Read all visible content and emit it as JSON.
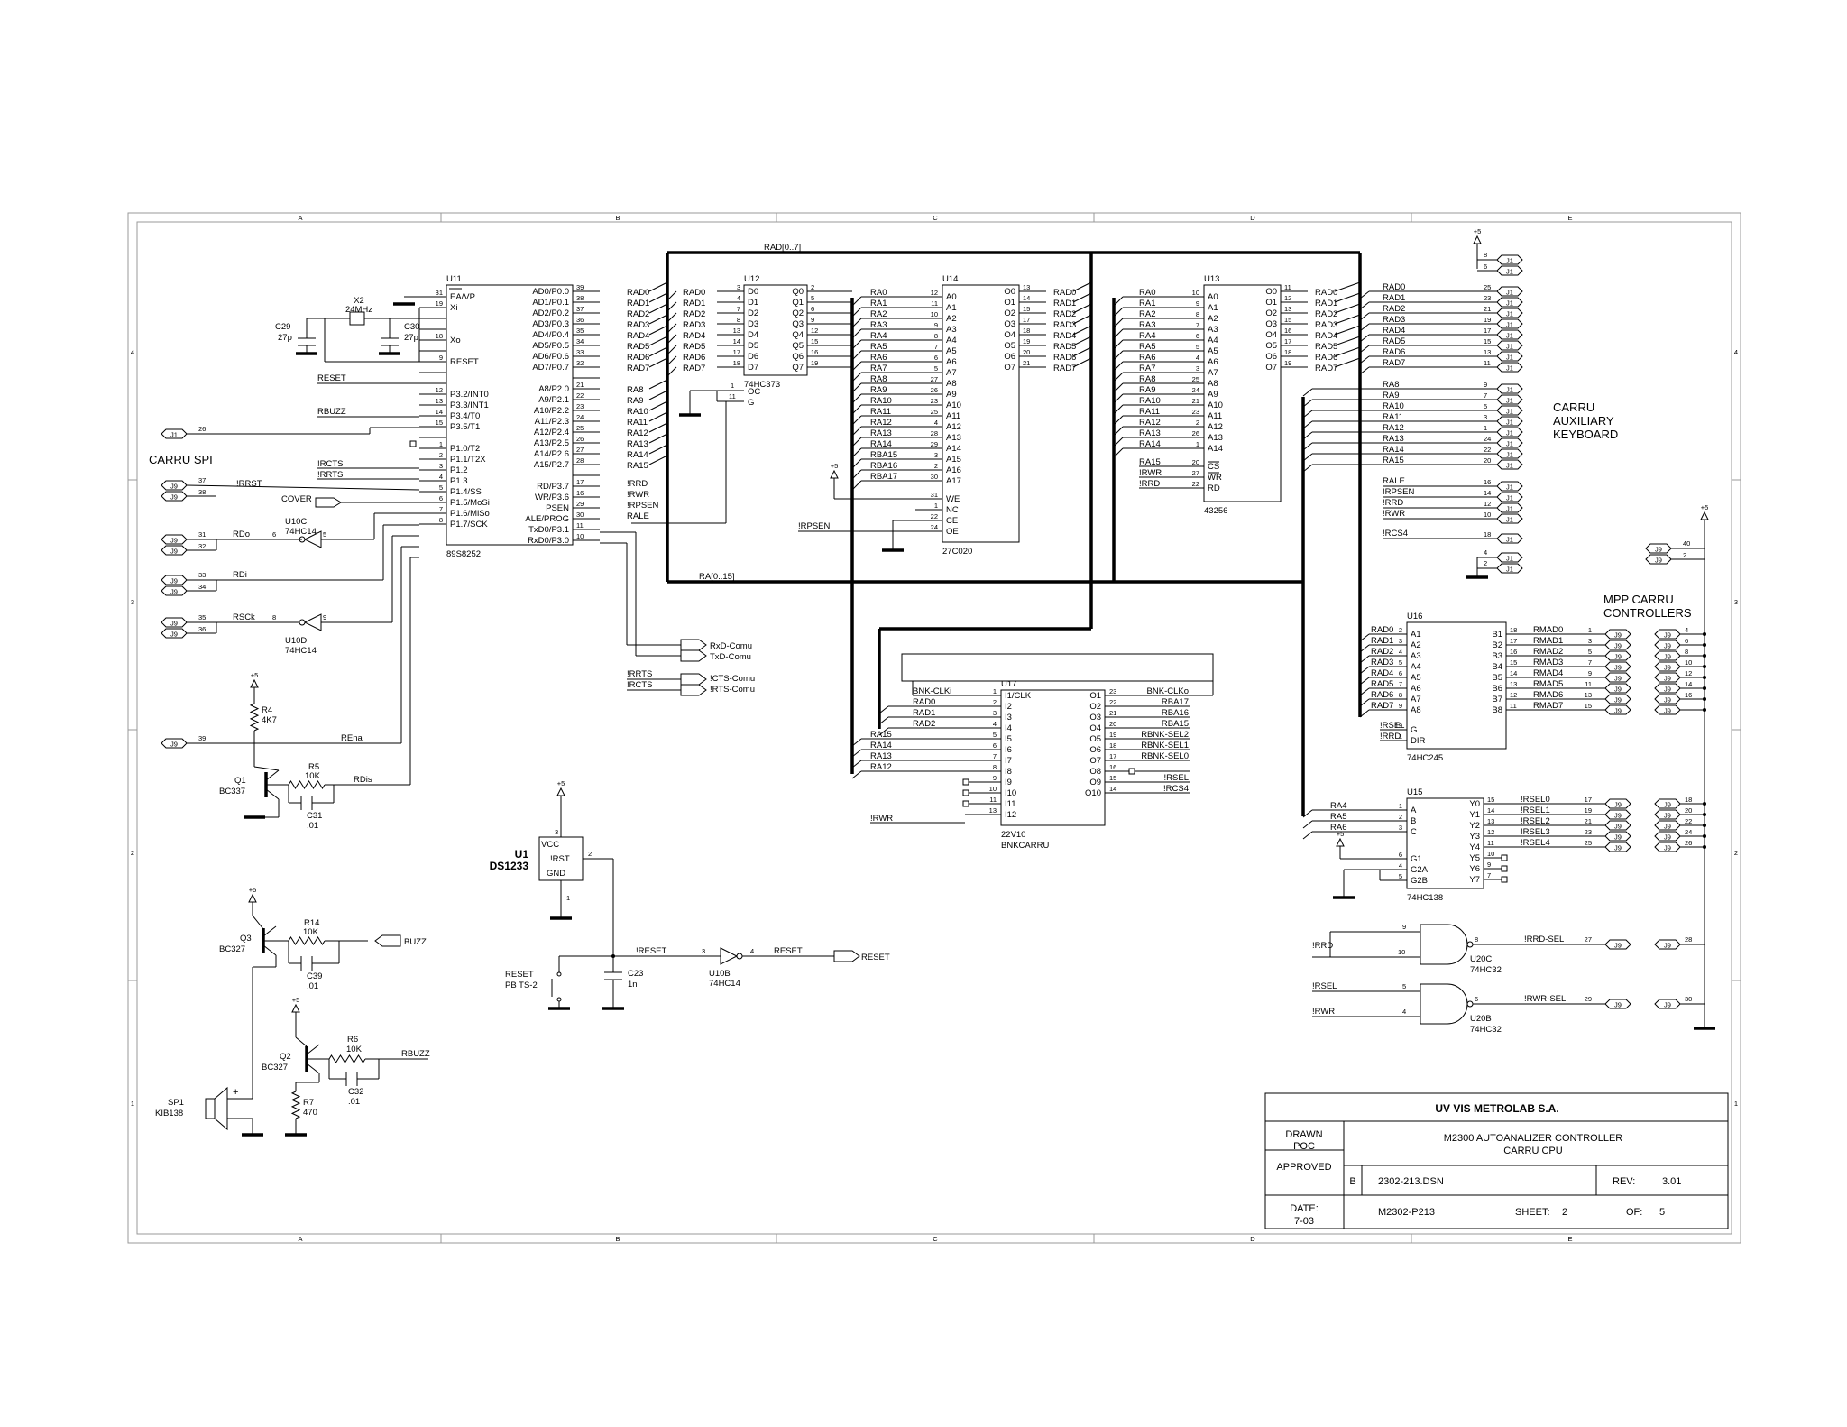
{
  "title_block": {
    "company": "UV VIS METROLAB S.A.",
    "drawn": "DRAWN",
    "drawn_by": "POC",
    "approved": "APPROVED",
    "title_line1": "M2300 AUTOANALIZER CONTROLLER",
    "title_line2": "CARRU CPU",
    "size": "B",
    "file": "2302-213.DSN",
    "rev_label": "REV:",
    "rev": "3.01",
    "date_label": "DATE:",
    "date": "7-03",
    "doc": "M2302-P213",
    "sheet_label": "SHEET:",
    "sheet": "2",
    "of_label": "OF:",
    "of": "5"
  },
  "labels": {
    "carru_spi": "CARRU SPI",
    "carru_aux": [
      "CARRU",
      "AUXILIARY",
      "KEYBOARD"
    ],
    "mpp": [
      "MPP CARRU",
      "CONTROLLERS"
    ],
    "bus_rad": "RAD[0..7]",
    "bus_ra": "RA[0..15]"
  },
  "border": {
    "cols": [
      "A",
      "B",
      "C",
      "D",
      "E"
    ],
    "rows": [
      "4",
      "3",
      "2",
      "1"
    ]
  },
  "parts": {
    "u11": {
      "ref": "U11",
      "type": "89S8252"
    },
    "u12": {
      "ref": "U12",
      "type": "74HC373"
    },
    "u14": {
      "ref": "U14",
      "type": "27C020"
    },
    "u13": {
      "ref": "U13",
      "type": "43256"
    },
    "u16": {
      "ref": "U16",
      "type": "74HC245"
    },
    "u17": {
      "ref": "U17",
      "type": "22V10",
      "name": "BNKCARRU"
    },
    "u15": {
      "ref": "U15",
      "type": "74HC138"
    },
    "u1": {
      "ref": "U1",
      "type": "DS1233"
    },
    "x2": {
      "ref": "X2",
      "value": "24MHz"
    },
    "c29": {
      "ref": "C29",
      "value": "27p"
    },
    "c30": {
      "ref": "C30",
      "value": "27p"
    },
    "u10c": {
      "ref": "U10C",
      "type": "74HC14"
    },
    "u10d": {
      "ref": "U10D",
      "type": "74HC14"
    },
    "u10b": {
      "ref": "U10B",
      "type": "74HC14"
    },
    "r4": {
      "ref": "R4",
      "value": "4K7"
    },
    "q1": {
      "ref": "Q1",
      "type": "BC337"
    },
    "r5": {
      "ref": "R5",
      "value": "10K"
    },
    "c31": {
      "ref": "C31",
      "value": ".01"
    },
    "q3": {
      "ref": "Q3",
      "type": "BC327"
    },
    "r14": {
      "ref": "R14",
      "value": "10K"
    },
    "c39": {
      "ref": "C39",
      "value": ".01"
    },
    "q2": {
      "ref": "Q2",
      "type": "BC327"
    },
    "r6": {
      "ref": "R6",
      "value": "10K"
    },
    "c32": {
      "ref": "C32",
      "value": ".01"
    },
    "r7": {
      "ref": "R7",
      "value": "470"
    },
    "sp1": {
      "ref": "SP1",
      "type": "KIB138"
    },
    "c23": {
      "ref": "C23",
      "value": "1n"
    },
    "sw": {
      "ref": "RESET",
      "type": "PB TS-2"
    },
    "u20c": {
      "ref": "U20C",
      "type": "74HC32"
    },
    "u20b": {
      "ref": "U20B",
      "type": "74HC32"
    }
  },
  "nets": {
    "reset": "RESET",
    "rbuzz": "RBUZZ",
    "buzz": "BUZZ",
    "nrreset": "!RESET",
    "cover": "COVER",
    "rxd_comu": "RxD-Comu",
    "txd_comu": "TxD-Comu",
    "cts_comu": "!CTS-Comu",
    "rts_comu": "!RTS-Comu",
    "rrts": "!RRTS",
    "rcts": "!RCTS",
    "rdo": "RDo",
    "rdi": "RDi",
    "rsck": "RSCk",
    "rrst": "!RRST",
    "rena": "REna",
    "rdis": "RDis",
    "rpsen": "!RPSEN",
    "rwr": "!RWR",
    "rrd": "!RRD",
    "rsel": "!RSEL",
    "rrd_sel": "!RRD-SEL",
    "rwr_sel": "!RWR-SEL",
    "vcc": "+5"
  }
}
